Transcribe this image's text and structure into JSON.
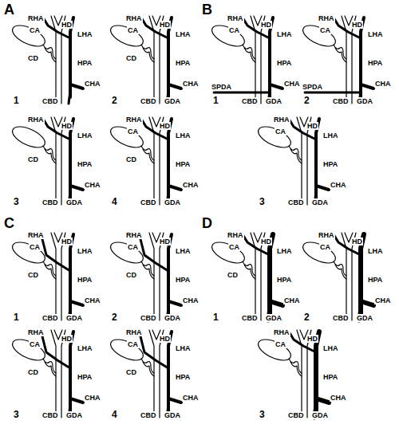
{
  "diagram": {
    "labels": [
      "A",
      "1",
      "RHA",
      "CA",
      "HD",
      "LHA",
      "CD",
      "HPA",
      "CHA",
      "CBD",
      "2",
      "RHA",
      "CA",
      "HD",
      "LHA",
      "CD",
      "HPA",
      "CHA",
      "CBD",
      "GDA",
      "3",
      "RHA",
      "HD",
      "LHA",
      "CD",
      "HPA",
      "CHA",
      "CBD",
      "GDA",
      "4",
      "RHA",
      "CA",
      "HD",
      "LHA",
      "CD",
      "HPA",
      "CHA",
      "CBD",
      "GDA",
      "B",
      "1",
      "RHA",
      "CA",
      "HD",
      "LHA",
      "HPA",
      "CHA",
      "SPDA",
      "CBD",
      "GDA",
      "2",
      "RHA",
      "CA",
      "HD",
      "LHA",
      "HPA",
      "CHA",
      "SPDA",
      "CBD",
      "GDA",
      "3",
      "RHA",
      "CA",
      "HD",
      "LHA",
      "HPA",
      "CHA",
      "CBD",
      "GDA",
      "C",
      "1",
      "RHA",
      "CA",
      "HD",
      "LHA",
      "CD",
      "HPA",
      "CHA",
      "CBD",
      "GDA",
      "2",
      "RHA",
      "CA",
      "HD",
      "LHA",
      "CD",
      "HPA",
      "CHA",
      "CBD",
      "GDA",
      "3",
      "RHA",
      "CA",
      "HD",
      "LHA",
      "CD",
      "HPA",
      "CHA",
      "CBD",
      "GDA",
      "4",
      "RHA",
      "CA",
      "HD",
      "LHA",
      "CD",
      "HPA",
      "CHA",
      "CBD",
      "GDA",
      "D",
      "1",
      "RHA",
      "CA",
      "HD",
      "LHA",
      "CD",
      "HPA",
      "CHA",
      "CBD",
      "GDA",
      "2",
      "RHA",
      "CA",
      "HD",
      "LHA",
      "HPA",
      "CHA",
      "CBD",
      "GDA",
      "3",
      "RHA",
      "CA",
      "HD",
      "LHA",
      "HPA",
      "CHA",
      "CBD",
      "GDA"
    ]
  }
}
